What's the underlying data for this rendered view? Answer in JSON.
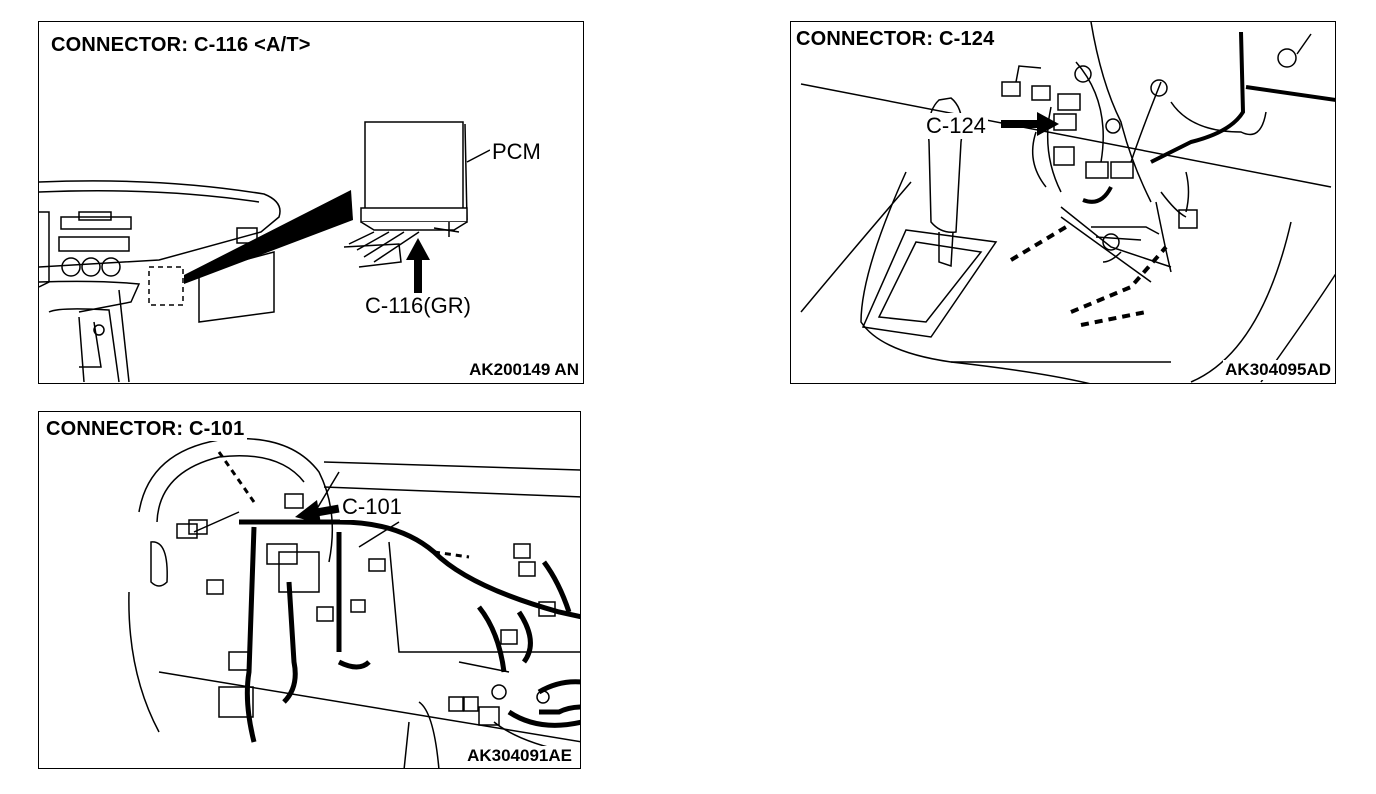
{
  "panels": [
    {
      "title": "CONNECTOR: C-116 <A/T>",
      "code": "AK200149 AN",
      "labels": {
        "pcm": "PCM",
        "connector": "C-116(GR)"
      }
    },
    {
      "title": "CONNECTOR: C-124",
      "code": "AK304095AD",
      "labels": {
        "connector": "C-124"
      }
    },
    {
      "title": "CONNECTOR: C-101",
      "code": "AK304091AE",
      "labels": {
        "connector": "C-101"
      }
    }
  ]
}
